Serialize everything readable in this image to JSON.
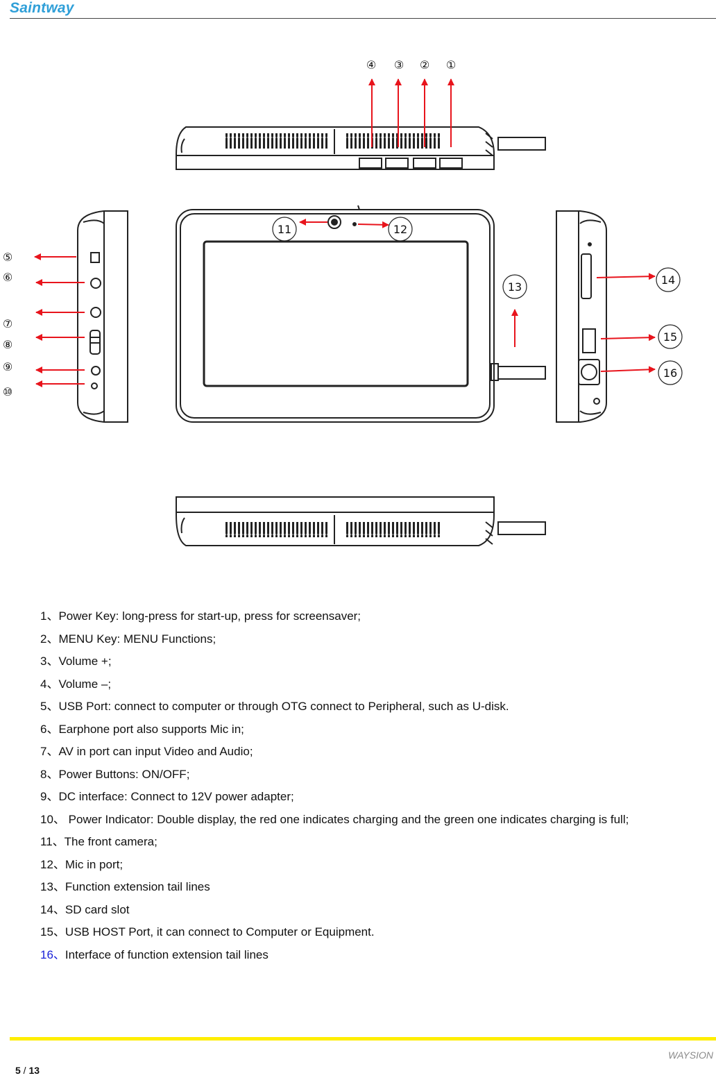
{
  "header": {
    "brand": "Saintway"
  },
  "figure": {
    "callouts": {
      "c1": "①",
      "c2": "②",
      "c3": "③",
      "c4": "④",
      "c5": "⑤",
      "c6": "⑥",
      "c7": "⑦",
      "c8": "⑧",
      "c9": "⑨",
      "c10": "⑩",
      "c11": "11",
      "c12": "12",
      "c13": "13",
      "c14": "14",
      "c15": "15",
      "c16": "16"
    },
    "arrow_color": "#e8141c"
  },
  "items": [
    {
      "num": "1、",
      "text": "Power Key: long-press for start-up, press for screensaver;"
    },
    {
      "num": "2、",
      "text": "MENU Key: MENU Functions;"
    },
    {
      "num": "3、",
      "text": "Volume +;"
    },
    {
      "num": "4、",
      "text": "Volume –;"
    },
    {
      "num": "5、",
      "text": "USB Port: connect to computer or through OTG connect to Peripheral, such as U-disk."
    },
    {
      "num": "6、",
      "text": "Earphone port also supports Mic in;"
    },
    {
      "num": "7、",
      "text": "AV in port can input Video and Audio;"
    },
    {
      "num": "8、",
      "text": "Power Buttons: ON/OFF;"
    },
    {
      "num": "9、",
      "text": "DC interface: Connect to 12V power adapter;"
    },
    {
      "num": "10、",
      "text": " Power Indicator: Double display, the red one indicates charging and the green one indicates charging is full;"
    },
    {
      "num": "11、",
      "text": "The front camera;"
    },
    {
      "num": "12、",
      "text": "Mic in port;"
    },
    {
      "num": "13、",
      "text": "Function extension tail lines"
    },
    {
      "num": "14、",
      "text": "SD card slot"
    },
    {
      "num": "15、",
      "text": "USB HOST Port, it can connect to Computer or Equipment."
    },
    {
      "num": "16、",
      "text": "Interface of function extension tail lines"
    }
  ],
  "footer": {
    "brand": "WAYSION",
    "page_current": "5",
    "page_sep": " / ",
    "page_total": "13"
  }
}
